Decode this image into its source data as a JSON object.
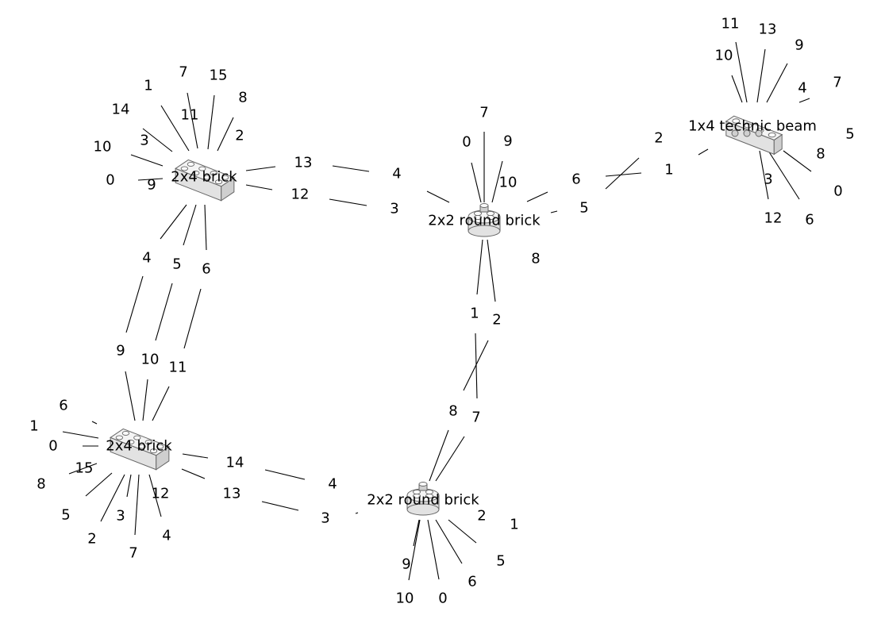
{
  "nodes": [
    {
      "id": "brick-a",
      "kind": "brick2x4",
      "label": "2x4 brick"
    },
    {
      "id": "brick-b",
      "kind": "brick2x4",
      "label": "2x4 brick"
    },
    {
      "id": "round-a",
      "kind": "round2x2",
      "label": "2x2 round brick"
    },
    {
      "id": "round-b",
      "kind": "round2x2",
      "label": "2x2 round brick"
    },
    {
      "id": "beam",
      "kind": "beam1x4",
      "label": "1x4 technic beam"
    }
  ],
  "ports": [
    {
      "text": "7"
    },
    {
      "text": "15"
    },
    {
      "text": "1"
    },
    {
      "text": "8"
    },
    {
      "text": "14"
    },
    {
      "text": "11"
    },
    {
      "text": "2"
    },
    {
      "text": "3"
    },
    {
      "text": "10"
    },
    {
      "text": "0"
    },
    {
      "text": "9"
    },
    {
      "text": "13"
    },
    {
      "text": "12"
    },
    {
      "text": "4"
    },
    {
      "text": "5"
    },
    {
      "text": "6"
    },
    {
      "text": "7"
    },
    {
      "text": "0"
    },
    {
      "text": "9"
    },
    {
      "text": "10"
    },
    {
      "text": "4"
    },
    {
      "text": "3"
    },
    {
      "text": "6"
    },
    {
      "text": "5"
    },
    {
      "text": "8"
    },
    {
      "text": "1"
    },
    {
      "text": "2"
    },
    {
      "text": "11"
    },
    {
      "text": "13"
    },
    {
      "text": "9"
    },
    {
      "text": "10"
    },
    {
      "text": "4"
    },
    {
      "text": "7"
    },
    {
      "text": "2"
    },
    {
      "text": "1"
    },
    {
      "text": "5"
    },
    {
      "text": "8"
    },
    {
      "text": "0"
    },
    {
      "text": "3"
    },
    {
      "text": "12"
    },
    {
      "text": "6"
    },
    {
      "text": "9"
    },
    {
      "text": "10"
    },
    {
      "text": "11"
    },
    {
      "text": "6"
    },
    {
      "text": "1"
    },
    {
      "text": "0"
    },
    {
      "text": "15"
    },
    {
      "text": "8"
    },
    {
      "text": "14"
    },
    {
      "text": "13"
    },
    {
      "text": "5"
    },
    {
      "text": "3"
    },
    {
      "text": "12"
    },
    {
      "text": "2"
    },
    {
      "text": "7"
    },
    {
      "text": "4"
    },
    {
      "text": "8"
    },
    {
      "text": "7"
    },
    {
      "text": "4"
    },
    {
      "text": "3"
    },
    {
      "text": "2"
    },
    {
      "text": "1"
    },
    {
      "text": "5"
    },
    {
      "text": "9"
    },
    {
      "text": "6"
    },
    {
      "text": "10"
    },
    {
      "text": "0"
    }
  ]
}
